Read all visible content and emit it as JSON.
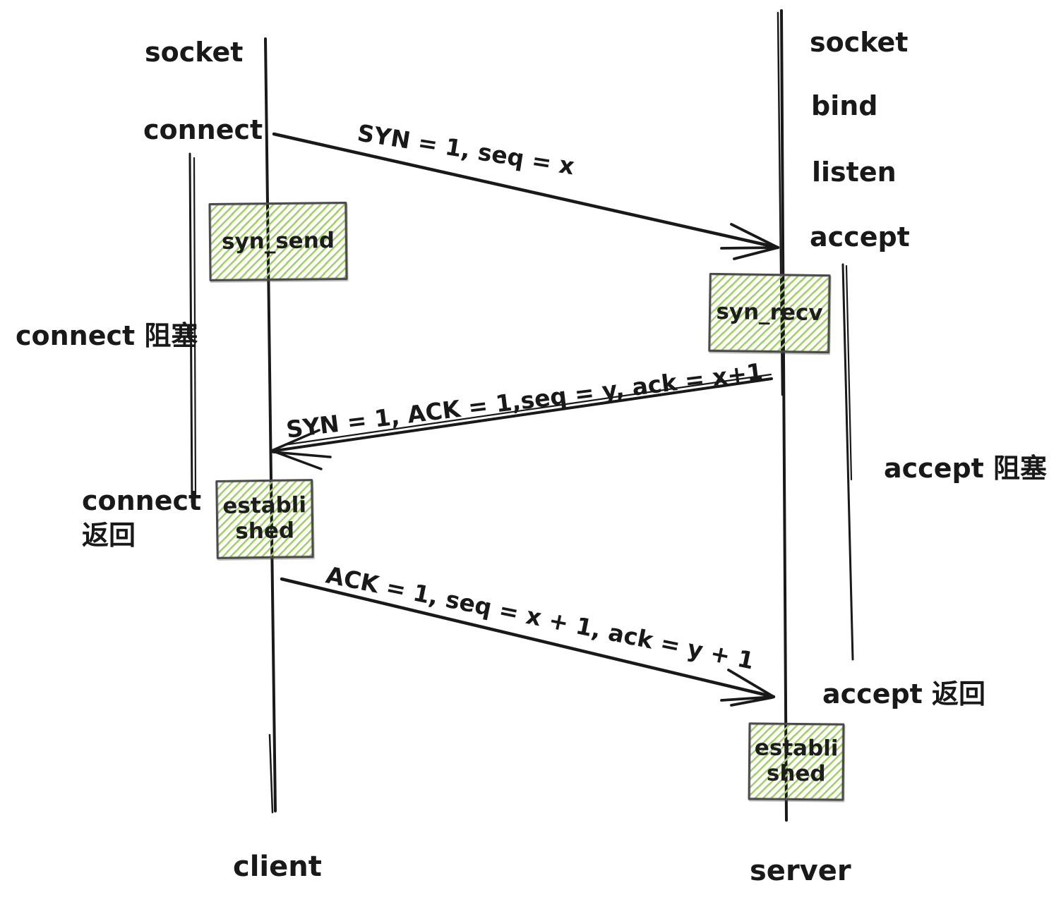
{
  "client": {
    "label": "client",
    "socket": "socket",
    "connect": "connect",
    "blocking": "connect 阻塞",
    "return_line1": "connect",
    "return_line2": "返回",
    "state_syn_send": "syn_send",
    "established_line1": "establi",
    "established_line2": "shed"
  },
  "server": {
    "label": "server",
    "socket": "socket",
    "bind": "bind",
    "listen": "listen",
    "accept": "accept",
    "blocking": "accept 阻塞",
    "return_label": "accept 返回",
    "state_syn_recv": "syn_recv",
    "established_line1": "establi",
    "established_line2": "shed"
  },
  "messages": [
    {
      "from": "client",
      "to": "server",
      "label": "SYN = 1, seq = x"
    },
    {
      "from": "server",
      "to": "client",
      "label": "SYN = 1, ACK = 1,seq = y, ack = x+1"
    },
    {
      "from": "client",
      "to": "server",
      "label": "ACK = 1, seq = x + 1, ack = y + 1"
    }
  ],
  "colors": {
    "ink": "#191919",
    "box_border": "#4a4a4a",
    "hatch_green": "#a0d162"
  }
}
